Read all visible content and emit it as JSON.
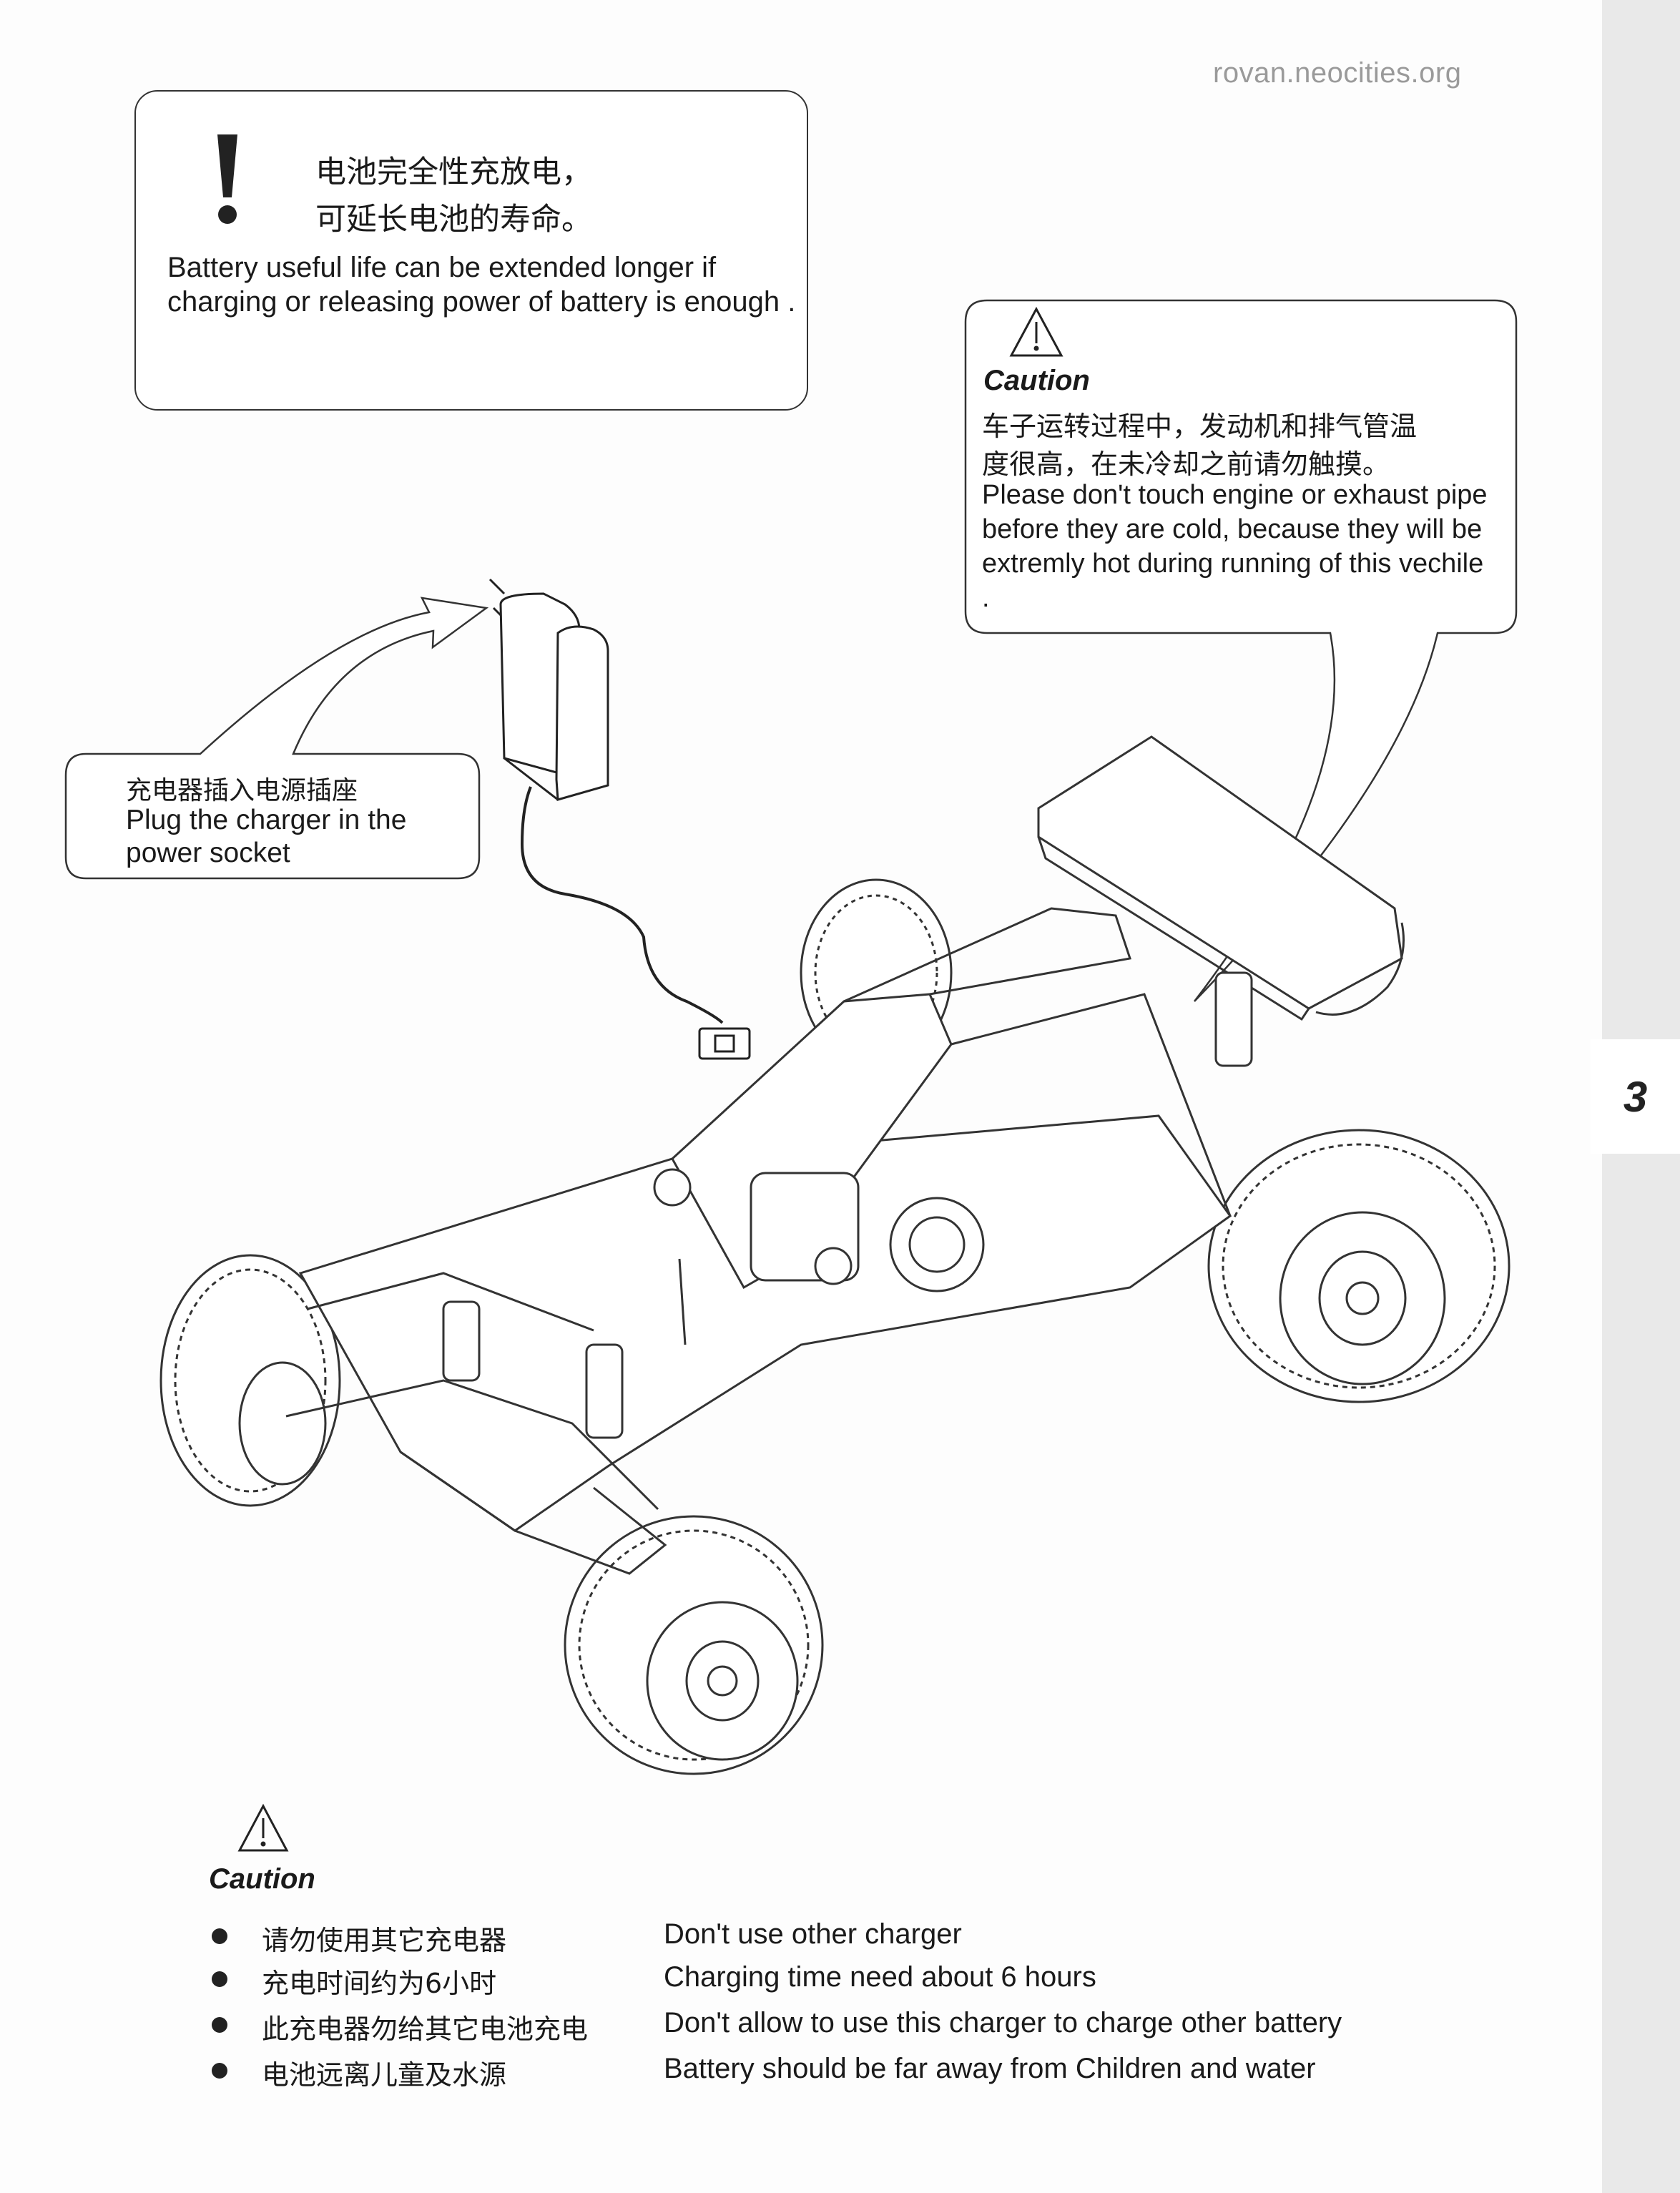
{
  "watermark": "rovan.neocities.org",
  "page_number": "3",
  "battery_box": {
    "icon": "exclamation-icon",
    "cn_line1": "电池完全性充放电，",
    "cn_line2": "可延长电池的寿命。",
    "en_text": "Battery useful life can be extended longer if charging or releasing power of battery is enough ."
  },
  "engine_caution": {
    "icon": "warning-triangle-icon",
    "title": "Caution",
    "cn_line1": "车子运转过程中，发动机和排气管温",
    "cn_line2": "度很高，在未冷却之前请勿触摸。",
    "en_text": "Please don't touch engine or exhaust pipe before they are cold, because they will be extremly hot during running of this vechile ."
  },
  "charger_callout": {
    "cn": "充电器插入电源插座",
    "en": "Plug the charger in the power socket"
  },
  "illustration": {
    "icons": [
      "charger-plug-icon",
      "rc-buggy-illustration"
    ]
  },
  "bottom_caution": {
    "icon": "warning-triangle-icon",
    "title": "Caution",
    "items": [
      {
        "cn": "请勿使用其它充电器",
        "en": "Don't use other charger"
      },
      {
        "cn": "充电时间约为6小时",
        "en": "Charging time need about 6 hours"
      },
      {
        "cn": "此充电器勿给其它电池充电",
        "en": "Don't allow to use this charger to charge other battery"
      },
      {
        "cn": "电池远离儿童及水源",
        "en": "Battery should be far away from Children and water"
      }
    ]
  }
}
